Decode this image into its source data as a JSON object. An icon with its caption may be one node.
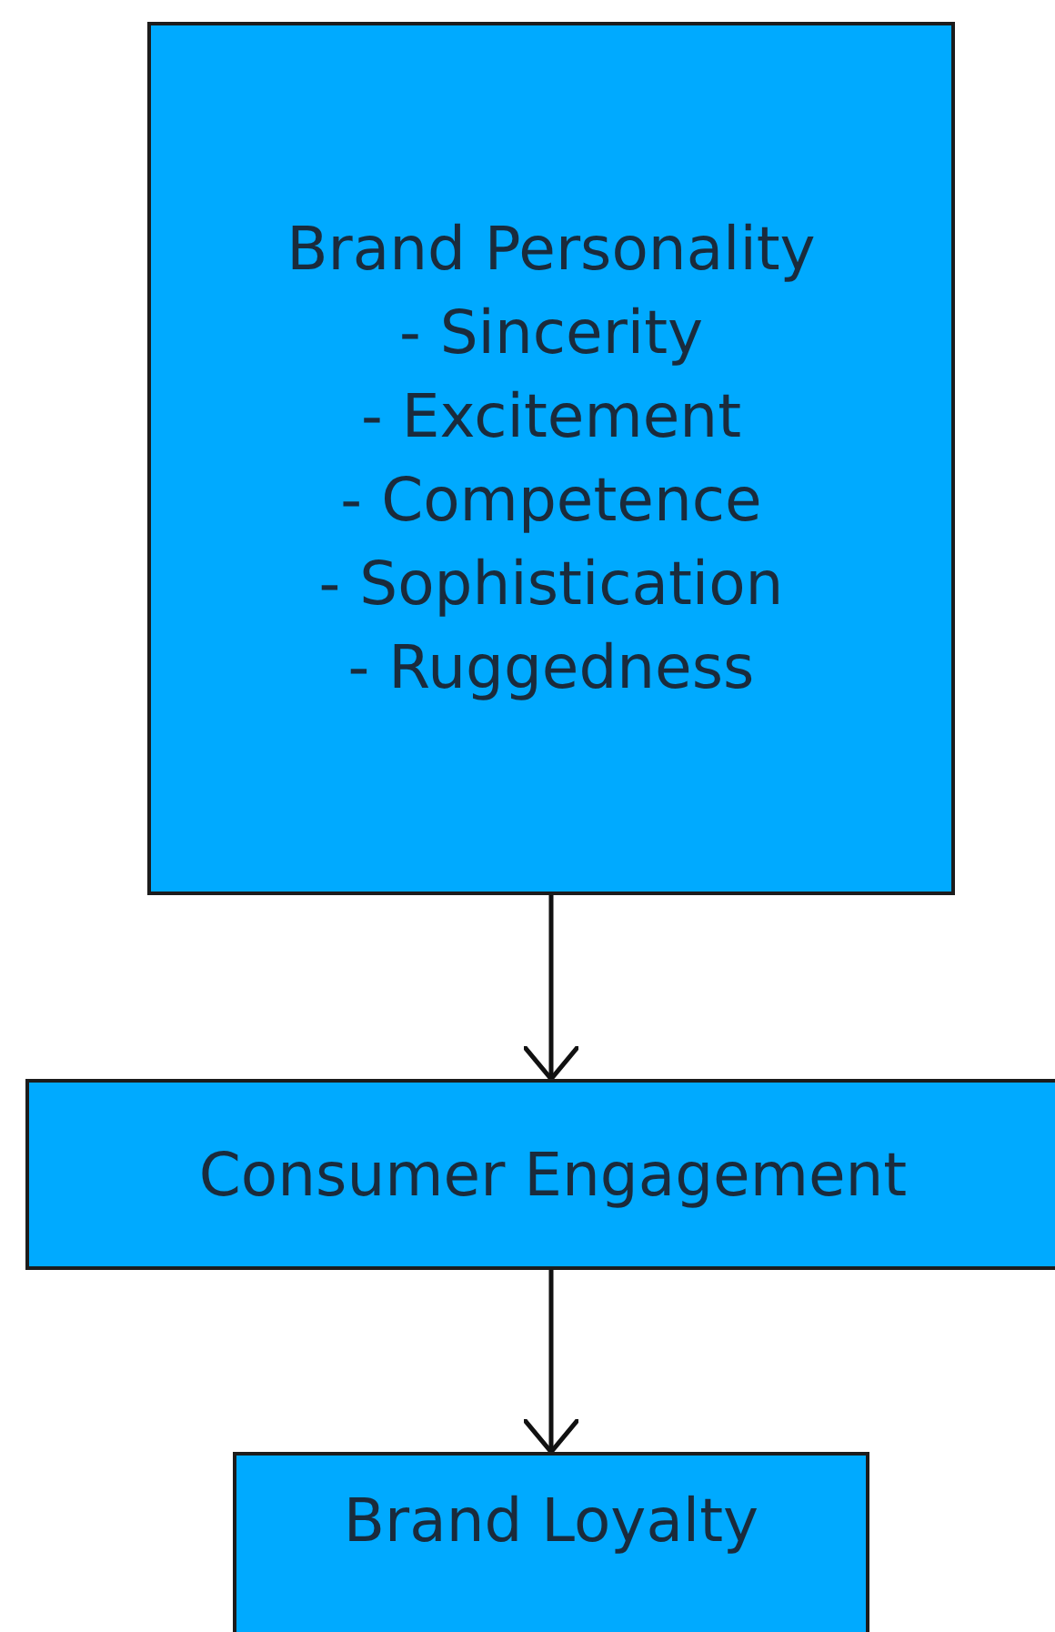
{
  "diagram": {
    "nodes": [
      {
        "text": [
          "Brand Personality",
          "- Sincerity",
          "- Excitement",
          "- Competence",
          "- Sophistication",
          "- Ruggedness"
        ]
      },
      {
        "text": [
          "Consumer Engagement"
        ]
      },
      {
        "text": [
          "Brand Loyalty"
        ]
      }
    ],
    "edges": [
      {
        "from": 0,
        "to": 1,
        "arrow": "to"
      },
      {
        "from": 1,
        "to": 2,
        "arrow": "to"
      }
    ]
  }
}
